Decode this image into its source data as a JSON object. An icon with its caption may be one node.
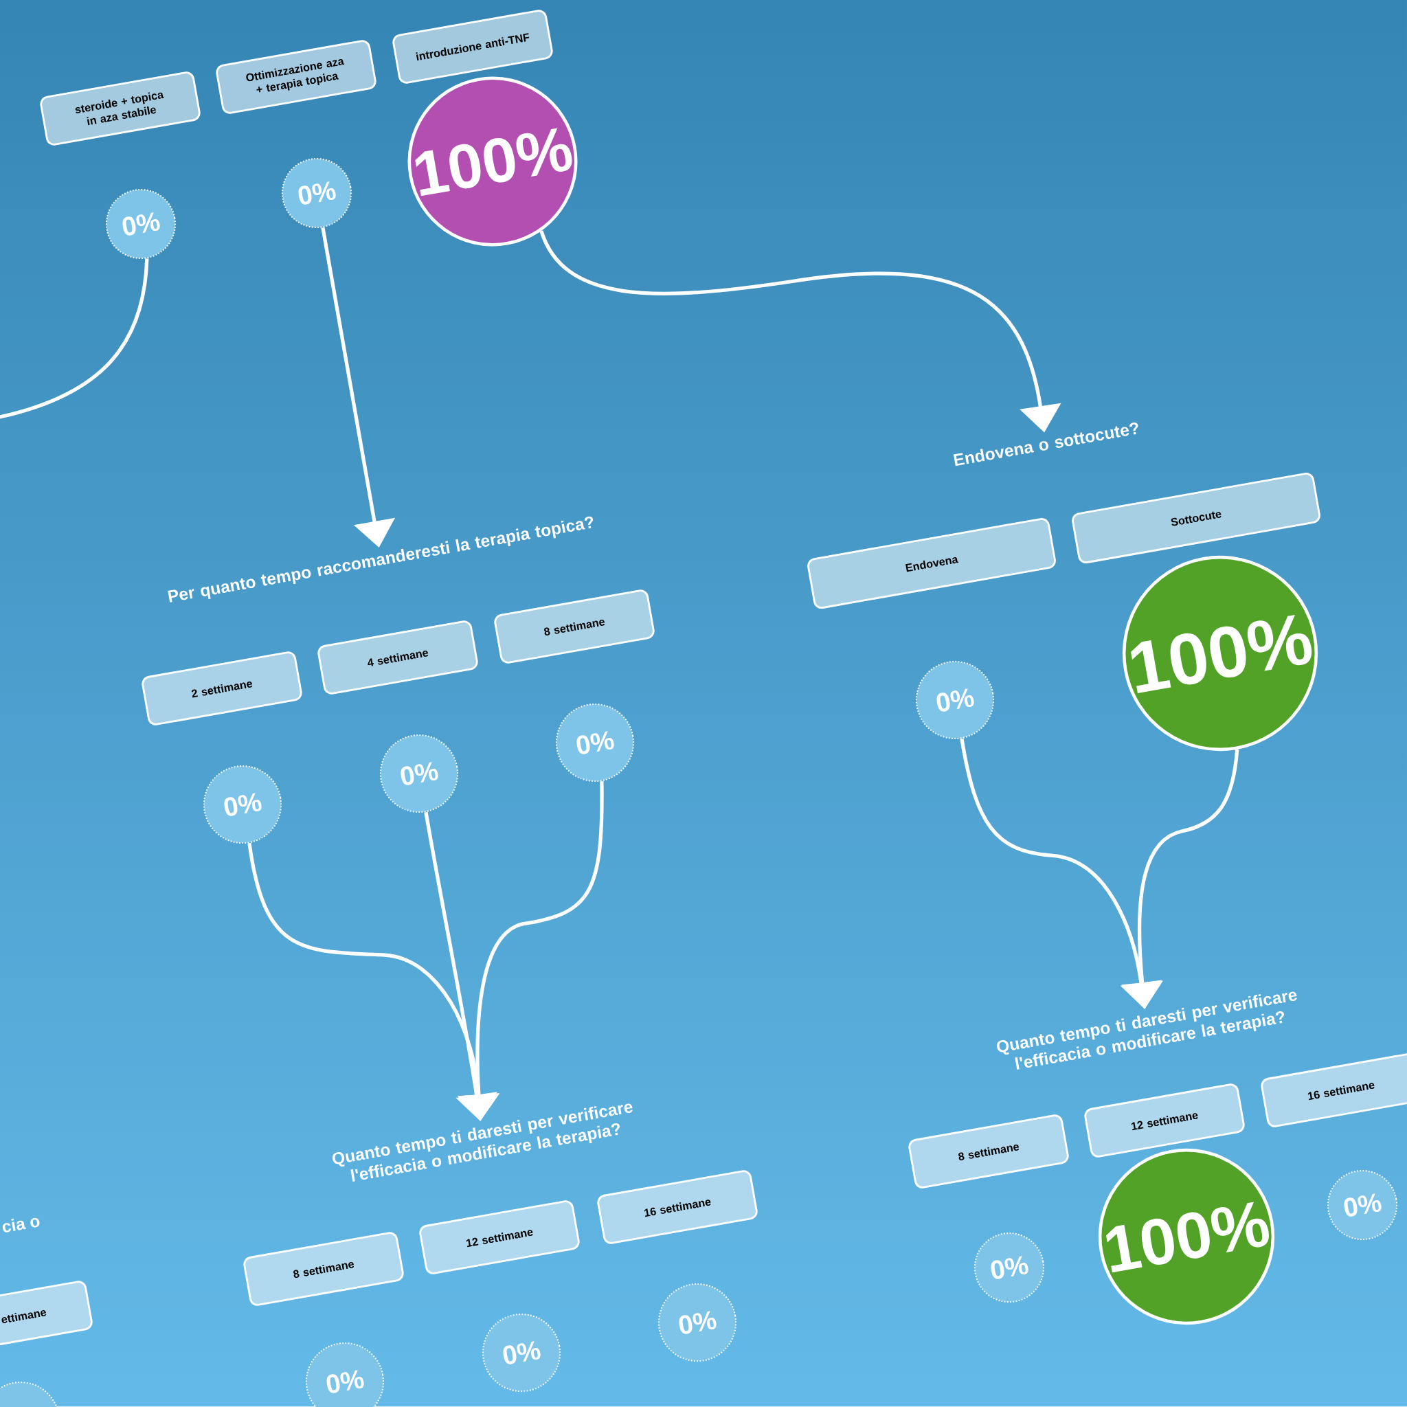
{
  "diagram": {
    "nodes": [
      {
        "text": [
          "steroide + topica in aza stabile"
        ]
      },
      {
        "text": [
          "Ottimizzazione aza + terapia topica"
        ]
      },
      {
        "text": [
          "introduzione anti-TNF"
        ]
      },
      {
        "text": [
          "0%"
        ]
      },
      {
        "text": [
          "0%"
        ]
      },
      {
        "text": [
          "100%"
        ]
      },
      {
        "text": [
          "Per quanto tempo raccomanderesti la terapia topica?"
        ]
      },
      {
        "text": [
          "2 settimane"
        ]
      },
      {
        "text": [
          "4 settimane"
        ]
      },
      {
        "text": [
          "8 settimane"
        ]
      },
      {
        "text": [
          "0%"
        ]
      },
      {
        "text": [
          "0%"
        ]
      },
      {
        "text": [
          "0%"
        ]
      },
      {
        "text": [
          "Quanto tempo ti daresti per verificare l'efficacia o modificare la terapia?"
        ]
      },
      {
        "text": [
          "8 settimane"
        ]
      },
      {
        "text": [
          "12 settimane"
        ]
      },
      {
        "text": [
          "16 settimane"
        ]
      },
      {
        "text": [
          "0%"
        ]
      },
      {
        "text": [
          "0%"
        ]
      },
      {
        "text": [
          "0%"
        ]
      },
      {
        "text": [
          "Endovena o sottocute?"
        ]
      },
      {
        "text": [
          "Endovena"
        ]
      },
      {
        "text": [
          "Sottocute"
        ]
      },
      {
        "text": [
          "0%"
        ]
      },
      {
        "text": [
          "100%"
        ]
      },
      {
        "text": [
          "Quanto tempo ti daresti per verificare l'efficacia o modificare la terapia?"
        ]
      },
      {
        "text": [
          "8 settimane"
        ]
      },
      {
        "text": [
          "12 settimane"
        ]
      },
      {
        "text": [
          "16 settimane"
        ]
      },
      {
        "text": [
          "0%"
        ]
      },
      {
        "text": [
          "100%"
        ]
      },
      {
        "text": [
          "0%"
        ]
      },
      {
        "text": [
          "ettimane"
        ]
      },
      {
        "text": [],
        "shape": "circle"
      }
    ],
    "edges": [
      {
        "from": 5,
        "to": 20,
        "arrow": "to"
      },
      {
        "from": 4,
        "to": 6,
        "arrow": "to"
      },
      {
        "from": 10,
        "to": 13,
        "arrow": "to"
      },
      {
        "from": 11,
        "to": 13,
        "arrow": "to"
      },
      {
        "from": 12,
        "to": 13,
        "arrow": "to"
      },
      {
        "from": 23,
        "to": 25,
        "arrow": "to"
      },
      {
        "from": 24,
        "to": 25,
        "arrow": "to"
      },
      {
        "from": 3,
        "to": null,
        "arrow": "none"
      }
    ],
    "labels": [
      "cia o"
    ]
  }
}
